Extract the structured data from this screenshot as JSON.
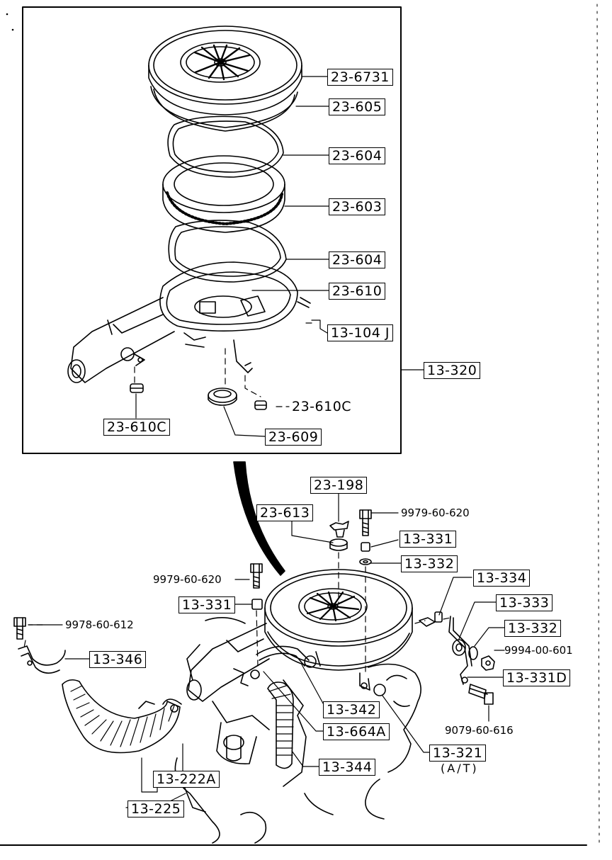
{
  "labels": {
    "p23_6731": "23-6731",
    "p23_605": "23-605",
    "p23_604a": "23-604",
    "p23_603": "23-603",
    "p23_604b": "23-604",
    "p23_610": "23-610",
    "p13_104j": "13-104 J",
    "p13_320": "13-320",
    "p23_610c_left": "23-610C",
    "p23_610c_right": "23-610C",
    "p23_609": "23-609",
    "p23_198": "23-198",
    "p23_613": "23-613",
    "b9979_top": "9979-60-620",
    "p13_331_right": "13-331",
    "p13_332_top": "13-332",
    "p13_334": "13-334",
    "b9979_left": "9979-60-620",
    "p13_333": "13-333",
    "p13_331_left": "13-331",
    "p13_332_right": "13-332",
    "b9978": "9978-60-612",
    "n9994": "9994-00-601",
    "p13_346": "13-346",
    "p13_331d": "13-331D",
    "p13_342": "13-342",
    "p13_664a": "13-664A",
    "b9079": "9079-60-616",
    "p13_321": "13-321",
    "at_note": "(A/T)",
    "p13_344": "13-344",
    "p13_222a": "13-222A",
    "p13_225": "13-225"
  }
}
